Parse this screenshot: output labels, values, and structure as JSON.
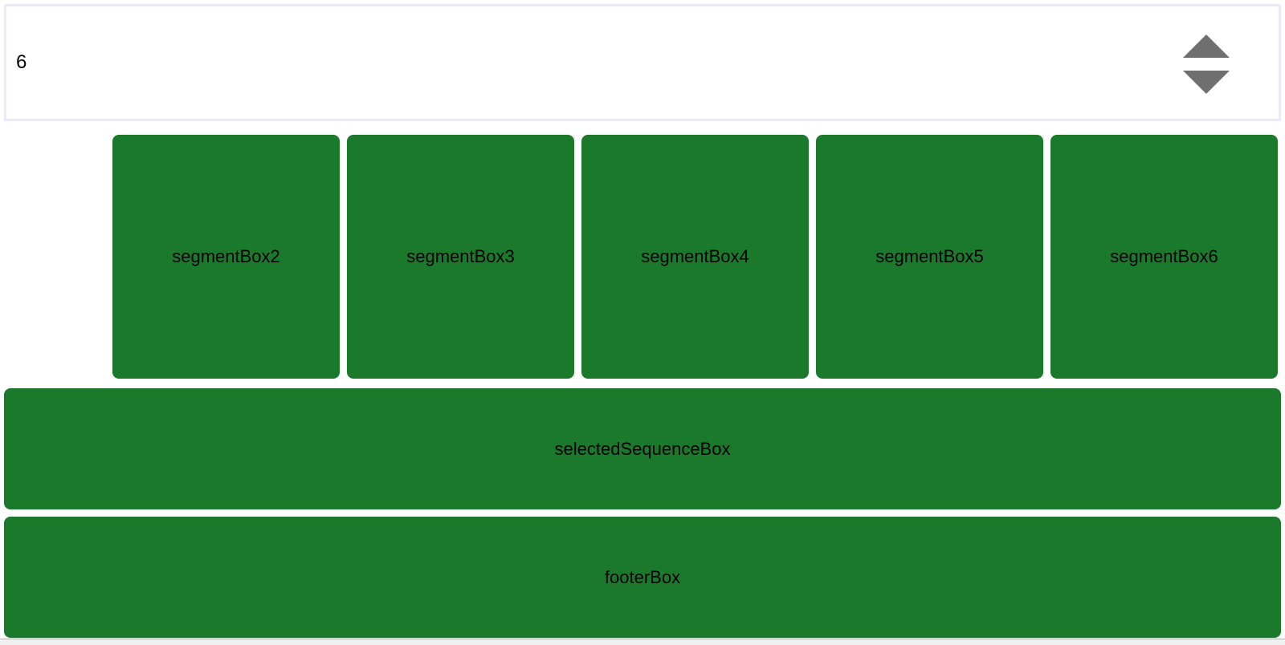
{
  "stepper": {
    "value": "6"
  },
  "segments": [
    {
      "label": "segmentBox2"
    },
    {
      "label": "segmentBox3"
    },
    {
      "label": "segmentBox4"
    },
    {
      "label": "segmentBox5"
    },
    {
      "label": "segmentBox6"
    }
  ],
  "selected_sequence": {
    "label": "selectedSequenceBox"
  },
  "footer": {
    "label": "footerBox"
  },
  "colors": {
    "box_green": "#1a792b",
    "stepper_border": "#ebe9fb",
    "spinner_arrows": "#6f6f6f"
  },
  "icons": [
    "spin-up-icon",
    "spin-down-icon"
  ]
}
